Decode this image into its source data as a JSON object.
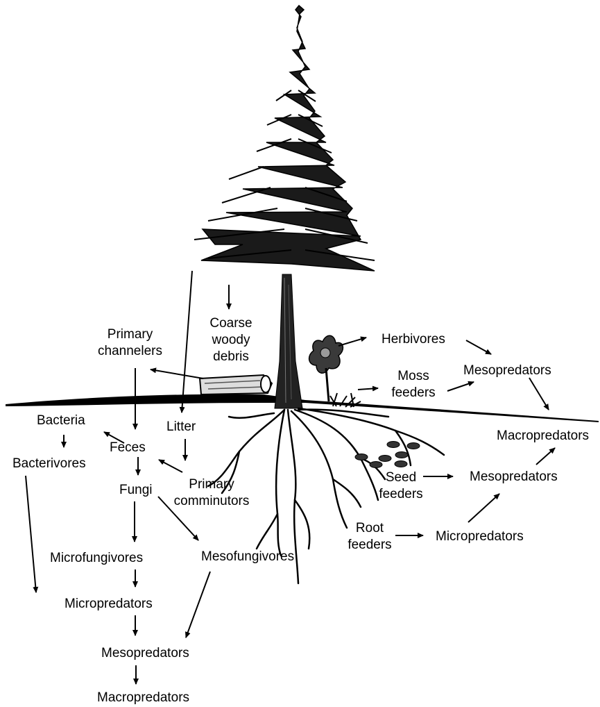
{
  "colors": {
    "ink": "#000000",
    "background": "#ffffff",
    "flower": "#3a3a3a",
    "flower_center": "#9a9a9a"
  },
  "labels": {
    "coarse_woody_debris": [
      "Coarse",
      "woody",
      "debris"
    ],
    "primary_channelers": [
      "Primary",
      "channelers"
    ],
    "herbivores": "Herbivores",
    "moss_feeders": [
      "Moss",
      "feeders"
    ],
    "mesopredators_top": "Mesopredators",
    "macropredators_right": "Macropredators",
    "bacteria": "Bacteria",
    "bacterivores": "Bacterivores",
    "feces": "Feces",
    "litter": "Litter",
    "fungi": "Fungi",
    "primary_comminutors": [
      "Primary",
      "comminutors"
    ],
    "seed_feeders": [
      "Seed",
      "feeders"
    ],
    "mesopredators_right": "Mesopredators",
    "root_feeders": [
      "Root",
      "feeders"
    ],
    "micropredators_right": "Micropredators",
    "microfungivores": "Microfungivores",
    "mesofungivores": "Mesofungivores",
    "micropredators_left": "Micropredators",
    "mesopredators_bottom": "Mesopredators",
    "macropredators_bottom": "Macropredators"
  },
  "icons": [
    "tree-illustration",
    "log-illustration",
    "flower-illustration",
    "moss-illustration",
    "seed-cluster-illustration",
    "roots-illustration"
  ]
}
